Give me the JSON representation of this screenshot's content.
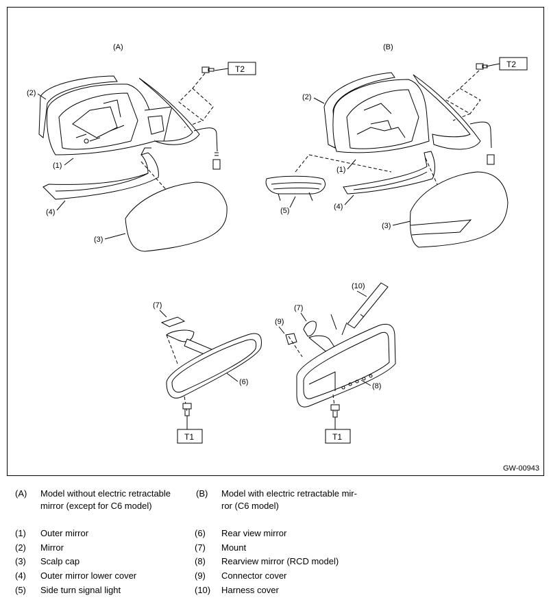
{
  "figure": {
    "id": "GW-00943",
    "group_labels": {
      "a": "(A)",
      "b": "(B)"
    },
    "torque_labels": {
      "t1": "T1",
      "t2": "T2"
    },
    "callouts": {
      "a1": "(1)",
      "a2": "(2)",
      "a3": "(3)",
      "a4": "(4)",
      "b1": "(1)",
      "b2": "(2)",
      "b3": "(3)",
      "b4": "(4)",
      "b5": "(5)",
      "c6": "(6)",
      "c7": "(7)",
      "d7": "(7)",
      "d8": "(8)",
      "d9": "(9)",
      "d10": "(10)"
    }
  },
  "legend": {
    "groups": [
      {
        "key": "(A)",
        "lines": [
          "Model without electric retractable",
          "mirror (except for C6 model)"
        ]
      },
      {
        "key": "(B)",
        "lines": [
          "Model with electric retractable mir-",
          "ror (C6 model)"
        ]
      }
    ],
    "left_items": [
      {
        "num": "(1)",
        "text": "Outer mirror"
      },
      {
        "num": "(2)",
        "text": "Mirror"
      },
      {
        "num": "(3)",
        "text": "Scalp cap"
      },
      {
        "num": "(4)",
        "text": "Outer mirror lower cover"
      },
      {
        "num": "(5)",
        "text": "Side turn signal light"
      }
    ],
    "right_items": [
      {
        "num": "(6)",
        "text": "Rear view mirror"
      },
      {
        "num": "(7)",
        "text": "Mount"
      },
      {
        "num": "(8)",
        "text": "Rearview mirror (RCD model)"
      },
      {
        "num": "(9)",
        "text": "Connector cover"
      },
      {
        "num": "(10)",
        "text": "Harness cover"
      }
    ]
  }
}
